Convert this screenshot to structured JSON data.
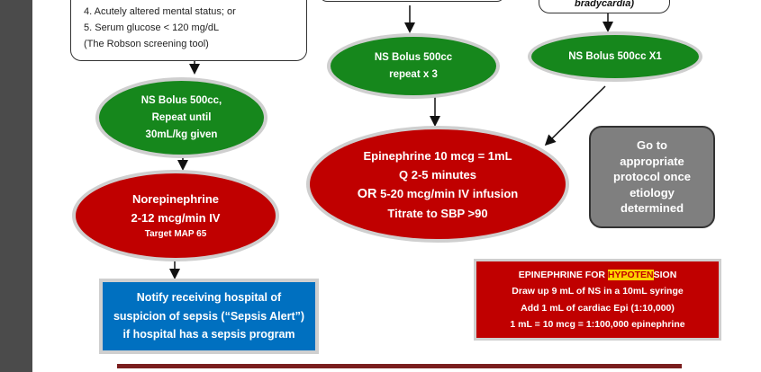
{
  "screening_box": {
    "line4": "4. Acutely altered mental status; or",
    "line5": "5. Serum glucose < 120 mg/dL",
    "line6": "(The Robson screening tool)"
  },
  "top_right_box": {
    "text": "bradycardia)"
  },
  "nodes": {
    "bolus_sepsis": [
      "NS Bolus 500cc,",
      "Repeat until",
      "30mL/kg given"
    ],
    "norepinephrine": {
      "title": "Norepinephrine",
      "dose": "2-12 mcg/min IV",
      "target": "Target MAP 65"
    },
    "bolus_repeat": [
      "NS  Bolus 500cc",
      "repeat x 3"
    ],
    "bolus_x1": "NS  Bolus 500cc X1",
    "epinephrine": {
      "line1": "Epinephrine 10 mcg = 1mL",
      "line2": "Q 2-5 minutes",
      "or_word": "OR",
      "line3_rest": " 5-20 mcg/min IV infusion",
      "line4": "Titrate to SBP >90"
    },
    "go_to_protocol": [
      "Go to",
      "appropriate",
      "protocol once",
      "etiology",
      "determined"
    ]
  },
  "notify_box": [
    "Notify receiving hospital of",
    "suspicion of sepsis (“Sepsis Alert”)",
    "if hospital has a sepsis program"
  ],
  "epi_box": {
    "title_pre": "EPINEPHRINE FOR ",
    "title_hl": "HYPOTEN",
    "title_post": "SION",
    "line1": "Draw up 9 mL of NS in a 10mL syringe",
    "line2": "Add 1 mL of cardiac Epi (1:10,000)",
    "line3": "1 mL = 10 mcg = 1:100,000 epinephrine"
  },
  "colors": {
    "green": "#16871c",
    "red": "#c00000",
    "blue": "#0070c0",
    "gray": "#7f7f7f",
    "highlight": "#ffd200"
  }
}
